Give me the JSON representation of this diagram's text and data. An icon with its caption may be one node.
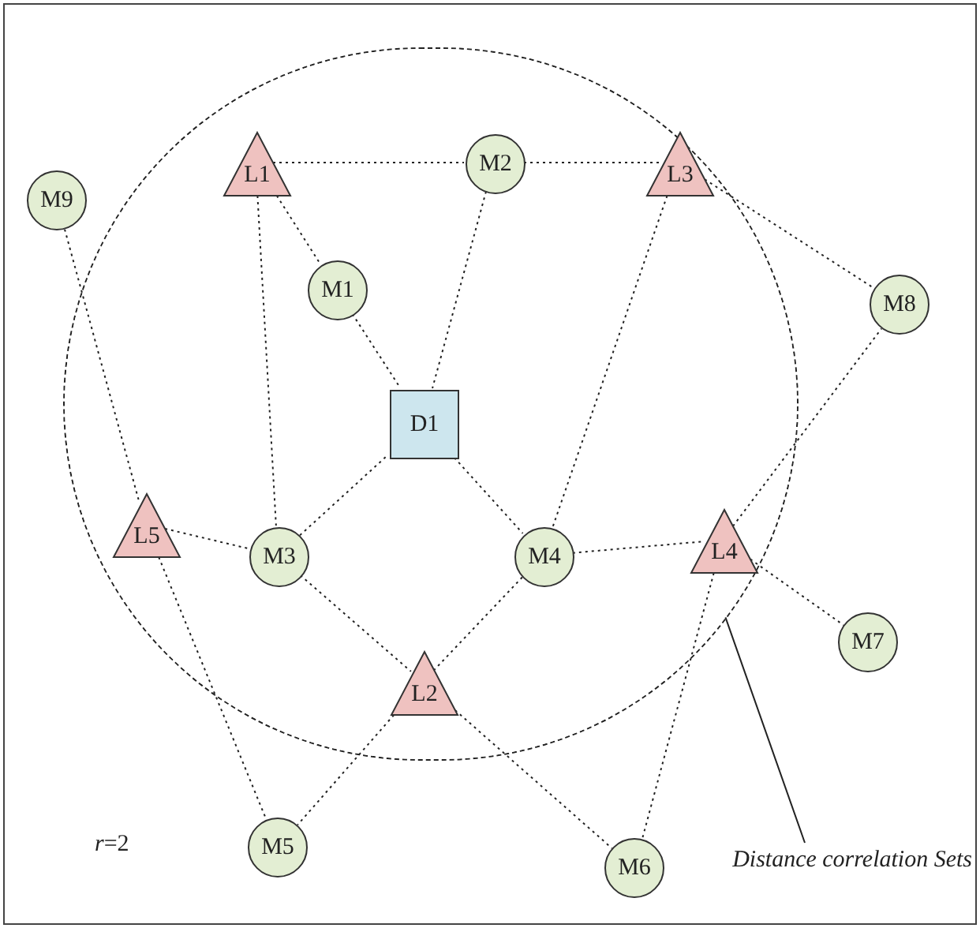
{
  "diagram": {
    "nodes": [
      {
        "text": [],
        "shape": "circle"
      },
      {
        "text": [
          "L1"
        ],
        "in": 0
      },
      {
        "text": [
          "M2"
        ],
        "in": 0
      },
      {
        "text": [
          "L3"
        ],
        "in": 0
      },
      {
        "text": [
          "M9"
        ]
      },
      {
        "text": [
          "M1"
        ],
        "in": 0
      },
      {
        "text": [
          "M8"
        ]
      },
      {
        "text": [
          "D1"
        ],
        "in": 0
      },
      {
        "text": [
          "L5"
        ],
        "in": 0
      },
      {
        "text": [
          "M3"
        ],
        "in": 0
      },
      {
        "text": [
          "M4"
        ],
        "in": 0
      },
      {
        "text": [
          "L4"
        ],
        "in": 0
      },
      {
        "text": [
          "M7"
        ]
      },
      {
        "text": [
          "L2"
        ],
        "in": 0
      },
      {
        "text": [
          "M5"
        ]
      },
      {
        "text": [
          "M6"
        ]
      },
      {
        "text": [
          "Distance correlation Sets"
        ]
      }
    ],
    "edges": [
      {
        "from": 1,
        "to": 2,
        "arrow": "none",
        "style": "dashed"
      },
      {
        "from": 1,
        "to": 5,
        "arrow": "none",
        "style": "dashed"
      },
      {
        "from": 1,
        "to": 9,
        "arrow": "none",
        "style": "dashed"
      },
      {
        "from": 2,
        "to": 3,
        "arrow": "none",
        "style": "dashed"
      },
      {
        "from": 2,
        "to": 7,
        "arrow": "none",
        "style": "dashed"
      },
      {
        "from": 5,
        "to": 7,
        "arrow": "none",
        "style": "dashed"
      },
      {
        "from": 3,
        "to": 6,
        "arrow": "none",
        "style": "dashed"
      },
      {
        "from": 3,
        "to": 10,
        "arrow": "none",
        "style": "dashed"
      },
      {
        "from": 4,
        "to": 8,
        "arrow": "none",
        "style": "dashed"
      },
      {
        "from": 8,
        "to": 9,
        "arrow": "none",
        "style": "dashed"
      },
      {
        "from": 8,
        "to": 14,
        "arrow": "none",
        "style": "dashed"
      },
      {
        "from": 9,
        "to": 7,
        "arrow": "none",
        "style": "dashed"
      },
      {
        "from": 9,
        "to": 13,
        "arrow": "none",
        "style": "dashed"
      },
      {
        "from": 7,
        "to": 10,
        "arrow": "none",
        "style": "dashed"
      },
      {
        "from": 10,
        "to": 11,
        "arrow": "none",
        "style": "dashed"
      },
      {
        "from": 10,
        "to": 13,
        "arrow": "none",
        "style": "dashed"
      },
      {
        "from": 11,
        "to": 6,
        "arrow": "none",
        "style": "dashed"
      },
      {
        "from": 11,
        "to": 12,
        "arrow": "none",
        "style": "dashed"
      },
      {
        "from": 11,
        "to": 15,
        "arrow": "none",
        "style": "dashed"
      },
      {
        "from": 13,
        "to": 14,
        "arrow": "none",
        "style": "dashed"
      },
      {
        "from": 13,
        "to": 15,
        "arrow": "none",
        "style": "dashed"
      },
      {
        "from": 16,
        "to": 0,
        "arrow": "none"
      }
    ],
    "labels": [
      "*r*=2"
    ]
  }
}
